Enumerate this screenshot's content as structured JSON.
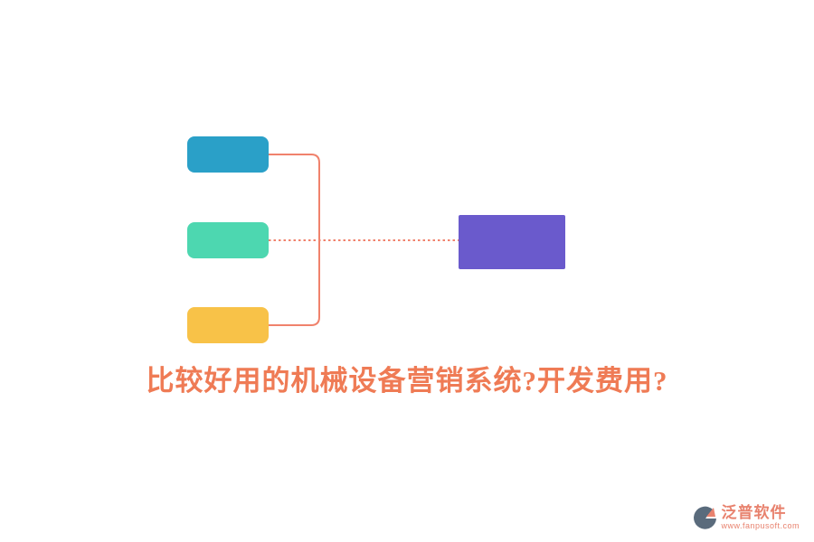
{
  "title": {
    "text": "比较好用的机械设备营销系统?开发费用?"
  },
  "diagram": {
    "nodes": [
      {
        "id": "top",
        "label": "",
        "color": "#2aa0c8",
        "shape": "rounded-rect"
      },
      {
        "id": "middle",
        "label": "",
        "color": "#4dd7b0",
        "shape": "rounded-rect"
      },
      {
        "id": "bottom",
        "label": "",
        "color": "#f8c248",
        "shape": "rounded-rect"
      },
      {
        "id": "result",
        "label": "",
        "color": "#6a5acc",
        "shape": "rect"
      }
    ],
    "connectors": [
      {
        "type": "bracket",
        "from": "top",
        "to": "bottom",
        "style": "solid"
      },
      {
        "type": "line",
        "from": "middle",
        "to": "result",
        "style": "dotted"
      }
    ]
  },
  "colors": {
    "node_top": "#2aa0c8",
    "node_middle": "#4dd7b0",
    "node_bottom": "#f8c248",
    "node_result": "#6a5acc",
    "connector": "#f0826c",
    "title": "#ef7b55",
    "footer": "#e8826e"
  },
  "footer": {
    "brand": "泛普软件",
    "url": "www.fanpusoft.com",
    "logo_icon": "fan-pie-icon"
  }
}
